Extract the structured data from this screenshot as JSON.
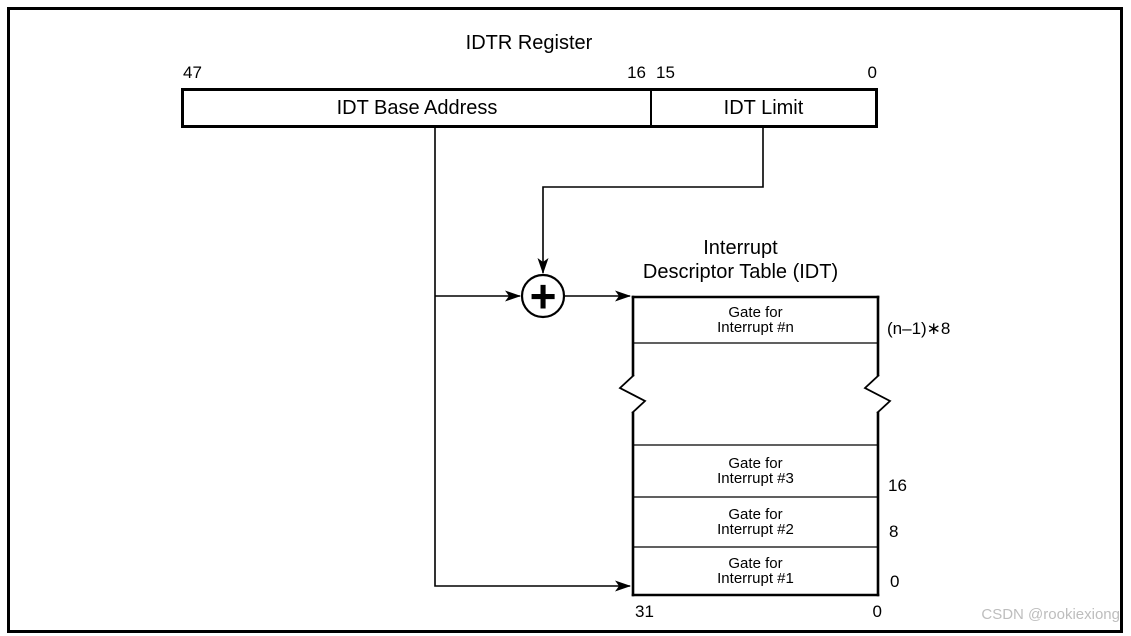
{
  "idtr": {
    "title": "IDTR Register",
    "bits": {
      "b47": "47",
      "b16": "16",
      "b15": "15",
      "b0": "0"
    },
    "base_label": "IDT Base Address",
    "limit_label": "IDT Limit"
  },
  "adder": {
    "plus": "+"
  },
  "idt": {
    "title_line1": "Interrupt",
    "title_line2": "Descriptor Table (IDT)",
    "rows": [
      {
        "line1": "Gate for",
        "line2": "Interrupt #n",
        "offset": "(n–1)∗8"
      },
      {
        "line1": "Gate for",
        "line2": "Interrupt #3",
        "offset": "16"
      },
      {
        "line1": "Gate for",
        "line2": "Interrupt #2",
        "offset": "8"
      },
      {
        "line1": "Gate for",
        "line2": "Interrupt #1",
        "offset": "0"
      }
    ],
    "bits_bottom": {
      "b31": "31",
      "b0": "0"
    }
  },
  "watermark": "CSDN @rookiexiong",
  "colors": {
    "line": "#000000",
    "watermark": "#bdbdbd"
  },
  "icons": {
    "adder": "plus-in-circle",
    "arrow": "solid-swept-arrowhead"
  }
}
